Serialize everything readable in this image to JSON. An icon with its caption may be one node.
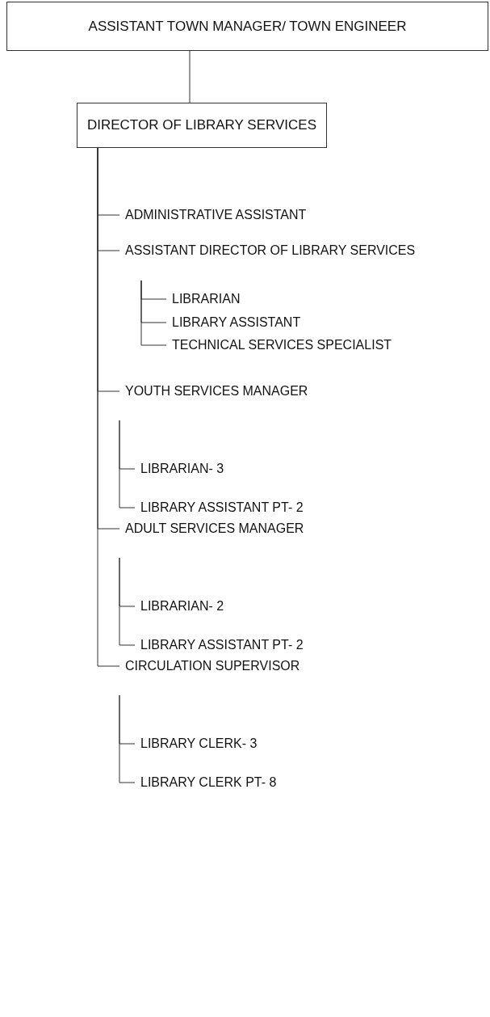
{
  "diagram": {
    "nodes": [
      {
        "text": [
          "ASSISTANT TOWN MANAGER/ TOWN ENGINEER"
        ]
      },
      {
        "text": [
          "DIRECTOR OF LIBRARY SERVICES"
        ]
      },
      {
        "text": [
          "ADMINISTRATIVE ASSISTANT"
        ]
      },
      {
        "text": [
          "ASSISTANT DIRECTOR OF LIBRARY SERVICES"
        ]
      },
      {
        "text": [
          "LIBRARIAN"
        ]
      },
      {
        "text": [
          "LIBRARY ASSISTANT"
        ]
      },
      {
        "text": [
          "TECHNICAL SERVICES SPECIALIST"
        ]
      },
      {
        "text": [
          "YOUTH SERVICES MANAGER"
        ]
      },
      {
        "text": [
          "LIBRARIAN- 3"
        ]
      },
      {
        "text": [
          "LIBRARY ASSISTANT PT- 2"
        ]
      },
      {
        "text": [
          "ADULT SERVICES MANAGER"
        ]
      },
      {
        "text": [
          "LIBRARIAN- 2"
        ]
      },
      {
        "text": [
          "LIBRARY ASSISTANT PT- 2"
        ]
      },
      {
        "text": [
          "CIRCULATION SUPERVISOR"
        ]
      },
      {
        "text": [
          "LIBRARY CLERK- 3"
        ]
      },
      {
        "text": [
          "LIBRARY CLERK PT- 8"
        ]
      }
    ],
    "edges": [
      {
        "from": 0,
        "to": 1,
        "arrow": "none"
      },
      {
        "from": 1,
        "to": 2,
        "arrow": "none"
      },
      {
        "from": 1,
        "to": 3,
        "arrow": "none"
      },
      {
        "from": 3,
        "to": 4,
        "arrow": "none"
      },
      {
        "from": 3,
        "to": 5,
        "arrow": "none"
      },
      {
        "from": 3,
        "to": 6,
        "arrow": "none"
      },
      {
        "from": 1,
        "to": 7,
        "arrow": "none"
      },
      {
        "from": 7,
        "to": 8,
        "arrow": "none"
      },
      {
        "from": 7,
        "to": 9,
        "arrow": "none"
      },
      {
        "from": 1,
        "to": 10,
        "arrow": "none"
      },
      {
        "from": 10,
        "to": 11,
        "arrow": "none"
      },
      {
        "from": 10,
        "to": 12,
        "arrow": "none"
      },
      {
        "from": 1,
        "to": 13,
        "arrow": "none"
      },
      {
        "from": 13,
        "to": 14,
        "arrow": "none"
      },
      {
        "from": 13,
        "to": 15,
        "arrow": "none"
      }
    ]
  }
}
